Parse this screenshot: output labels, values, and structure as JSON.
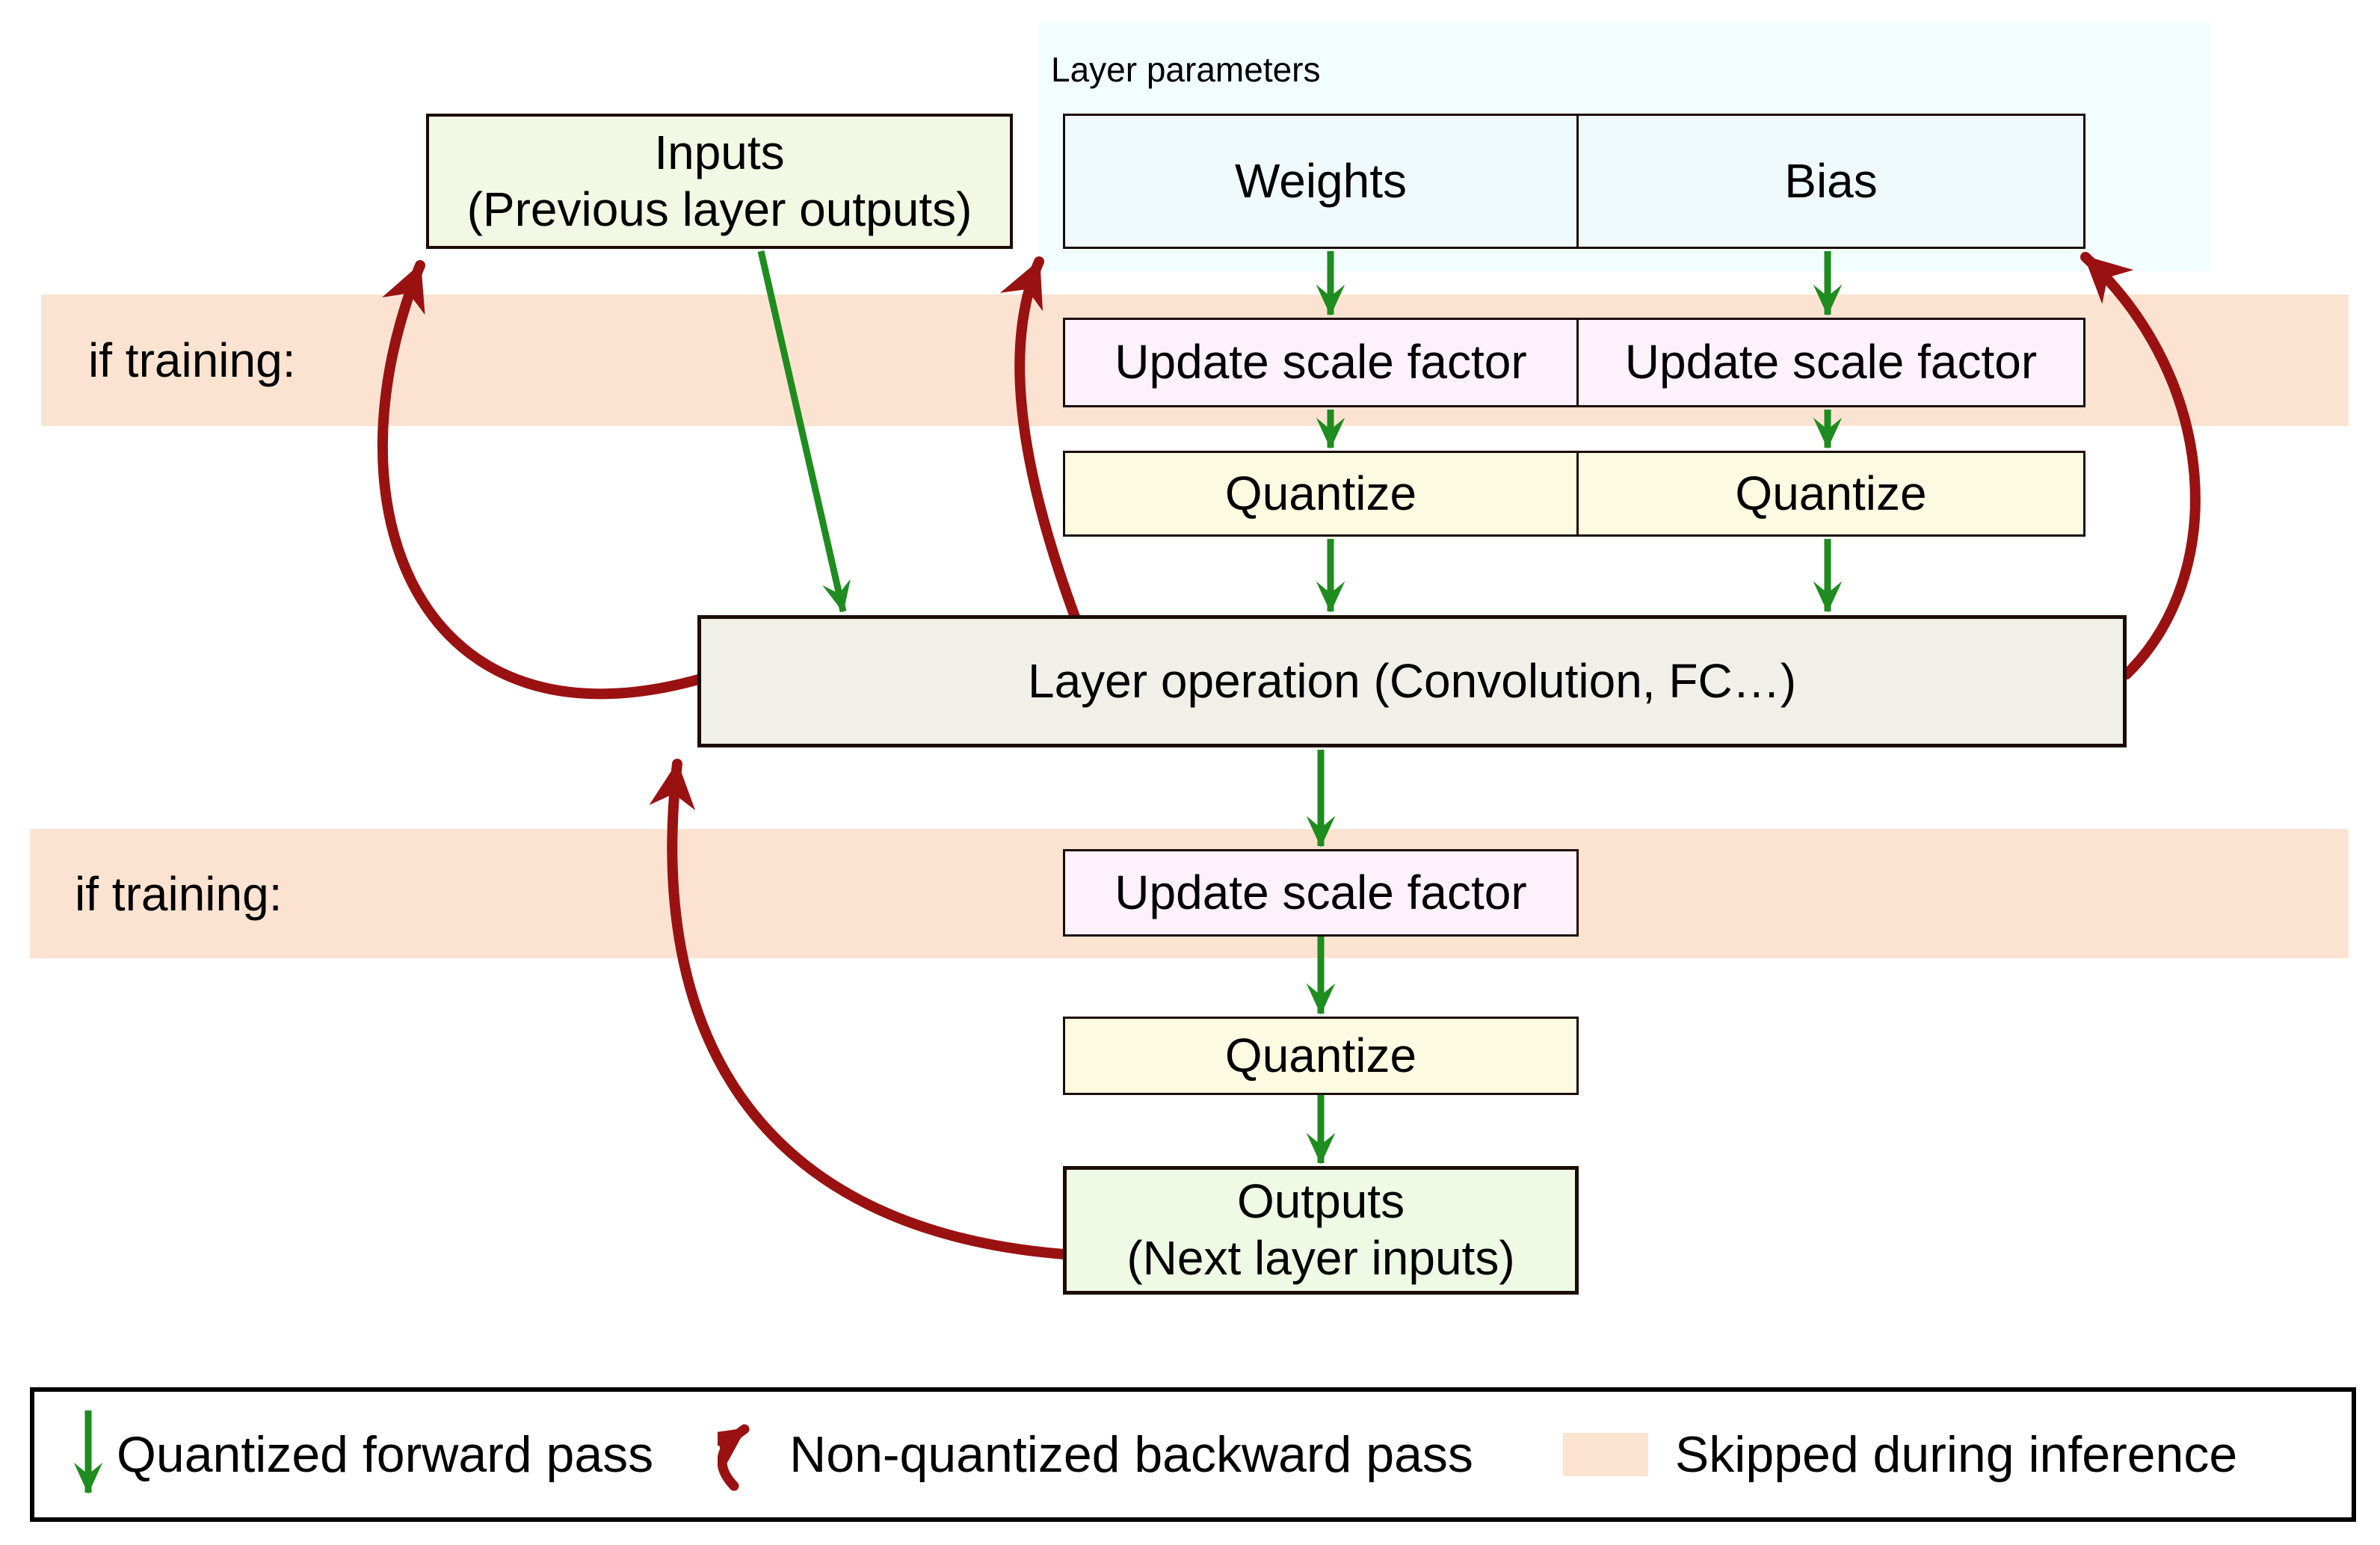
{
  "diagram": {
    "layer_parameters_label": "Layer parameters",
    "nodes": {
      "inputs_line1": "Inputs",
      "inputs_line2": "(Previous layer outputs)",
      "weights": "Weights",
      "bias": "Bias",
      "update_scale_weights": "Update scale factor",
      "update_scale_bias": "Update scale factor",
      "quantize_weights": "Quantize",
      "quantize_bias": "Quantize",
      "layer_operation": "Layer operation (Convolution, FC…)",
      "update_scale_output": "Update scale factor",
      "quantize_output": "Quantize",
      "outputs_line1": "Outputs",
      "outputs_line2": "(Next layer inputs)"
    },
    "bands": {
      "if_training_top": "if training:",
      "if_training_bottom": "if training:"
    },
    "legend": {
      "forward_label": "Quantized forward pass",
      "backward_label": "Non-quantized backward pass",
      "skipped_label": "Skipped during inference"
    },
    "colors": {
      "forward_arrow": "#1e8c1e",
      "backward_arrow": "#9a1111",
      "band": "#fce3d1",
      "params_panel_fill": "#f2fdff",
      "inputs_fill": "#f1f9e4",
      "outputs_fill": "#eefae4",
      "weights_fill": "#f0fafd",
      "bias_fill": "#f0fafd",
      "update_fill": "#fdf1fb",
      "quantize_fill": "#fcfbe1",
      "layer_op_fill": "#f1f0e8",
      "border": "#1c0c04"
    }
  }
}
